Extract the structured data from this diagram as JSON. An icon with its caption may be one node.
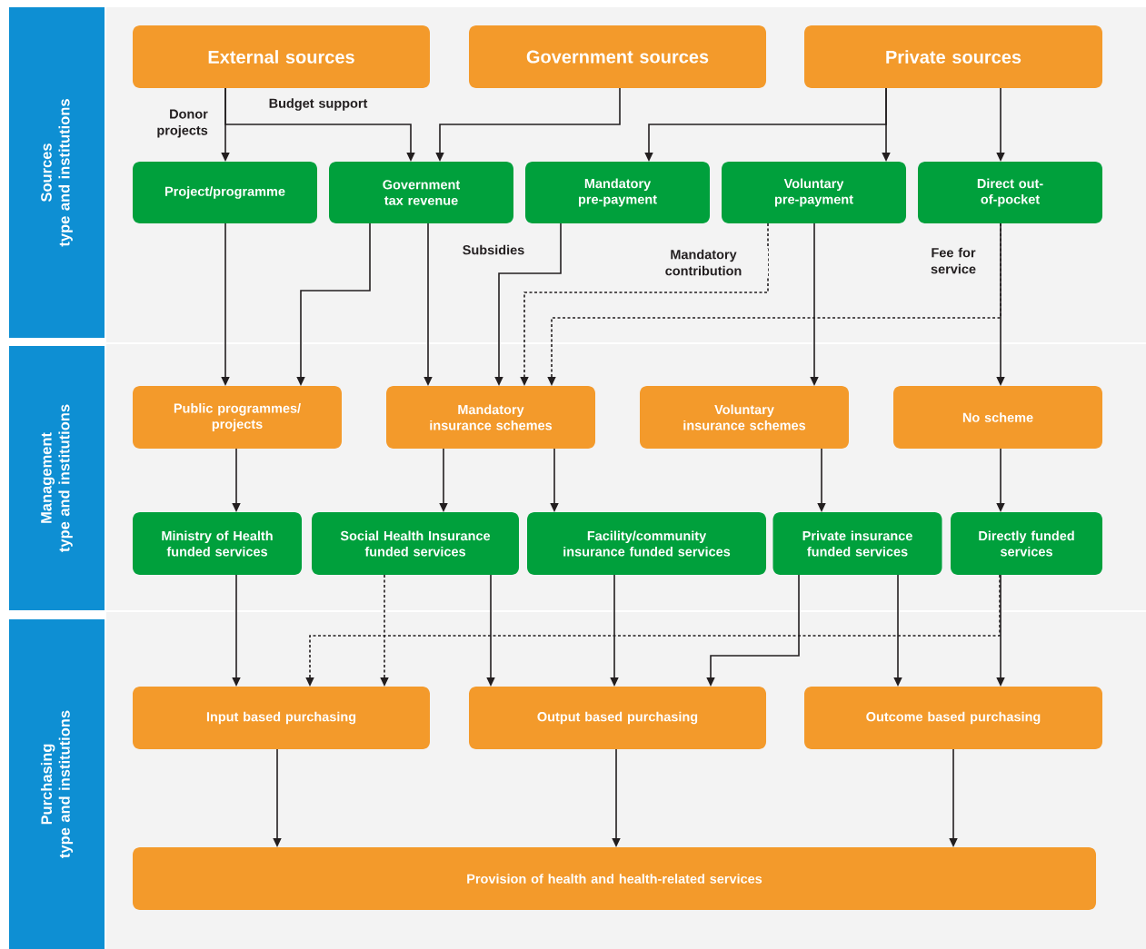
{
  "diagram": {
    "nodes": [
      {
        "text": [
          "External sources"
        ]
      },
      {
        "text": [
          "Government sources"
        ]
      },
      {
        "text": [
          "Private sources"
        ]
      },
      {
        "text": [
          "Project/programme"
        ]
      },
      {
        "text": [
          "Government tax revenue"
        ]
      },
      {
        "text": [
          "Mandatory pre-payment"
        ]
      },
      {
        "text": [
          "Voluntary pre-payment"
        ]
      },
      {
        "text": [
          "Direct out-of-pocket"
        ]
      },
      {
        "text": [
          "Public programmes/ projects"
        ]
      },
      {
        "text": [
          "Mandatory insurance schemes"
        ]
      },
      {
        "text": [
          "Voluntary insurance schemes"
        ]
      },
      {
        "text": [
          "No scheme"
        ]
      },
      {
        "text": [
          "Ministry of Health funded services"
        ]
      },
      {
        "text": [
          "Social Health Insurance funded services"
        ]
      },
      {
        "text": [
          "Facility/community insurance funded services"
        ]
      },
      {
        "text": [
          "Private insurance funded services"
        ]
      },
      {
        "text": [
          "Directly funded services"
        ]
      },
      {
        "text": [
          "Input based purchasing"
        ]
      },
      {
        "text": [
          "Output based purchasing"
        ]
      },
      {
        "text": [
          "Outcome based purchasing"
        ]
      },
      {
        "text": [
          "Provision of health and health-related services"
        ]
      },
      {
        "text": [
          "Sources",
          "type and institutions"
        ]
      },
      {
        "text": [
          "Management",
          "type and institutions"
        ]
      },
      {
        "text": [
          "Purchasing",
          "type and institutions"
        ]
      }
    ],
    "edges": [
      {
        "from": 0,
        "to": 3,
        "arrow": "to",
        "label": "Donor projects"
      },
      {
        "from": 0,
        "to": 4,
        "arrow": "to",
        "label": "Budget support"
      },
      {
        "from": 1,
        "to": 4,
        "arrow": "to"
      },
      {
        "from": 2,
        "to": 5,
        "arrow": "to"
      },
      {
        "from": 2,
        "to": 6,
        "arrow": "to"
      },
      {
        "from": 2,
        "to": 7,
        "arrow": "to"
      },
      {
        "from": 3,
        "to": 8,
        "arrow": "to"
      },
      {
        "from": 4,
        "to": 8,
        "arrow": "to"
      },
      {
        "from": 4,
        "to": 9,
        "arrow": "to",
        "label": "Subsidies"
      },
      {
        "from": 5,
        "to": 9,
        "arrow": "to"
      },
      {
        "from": 6,
        "to": 9,
        "arrow": "to",
        "style": "dashed",
        "label": "Mandatory contribution"
      },
      {
        "from": 7,
        "to": 9,
        "arrow": "to",
        "style": "dashed"
      },
      {
        "from": 6,
        "to": 10,
        "arrow": "to"
      },
      {
        "from": 7,
        "to": 11,
        "arrow": "to",
        "label": "Fee for service"
      },
      {
        "from": 8,
        "to": 12,
        "arrow": "to"
      },
      {
        "from": 9,
        "to": 13,
        "arrow": "to"
      },
      {
        "from": 9,
        "to": 14,
        "arrow": "to"
      },
      {
        "from": 10,
        "to": 15,
        "arrow": "to"
      },
      {
        "from": 11,
        "to": 16,
        "arrow": "to"
      },
      {
        "from": 12,
        "to": 17,
        "arrow": "to"
      },
      {
        "from": 13,
        "to": 17,
        "arrow": "to",
        "style": "dashed"
      },
      {
        "from": 16,
        "to": 17,
        "arrow": "to",
        "style": "dashed"
      },
      {
        "from": 13,
        "to": 18,
        "arrow": "to"
      },
      {
        "from": 14,
        "to": 18,
        "arrow": "to"
      },
      {
        "from": 15,
        "to": 18,
        "arrow": "to"
      },
      {
        "from": 15,
        "to": 19,
        "arrow": "to"
      },
      {
        "from": 16,
        "to": 19,
        "arrow": "to"
      },
      {
        "from": 17,
        "to": 20,
        "arrow": "to"
      },
      {
        "from": 18,
        "to": 20,
        "arrow": "to"
      },
      {
        "from": 19,
        "to": 20,
        "arrow": "to"
      }
    ]
  }
}
